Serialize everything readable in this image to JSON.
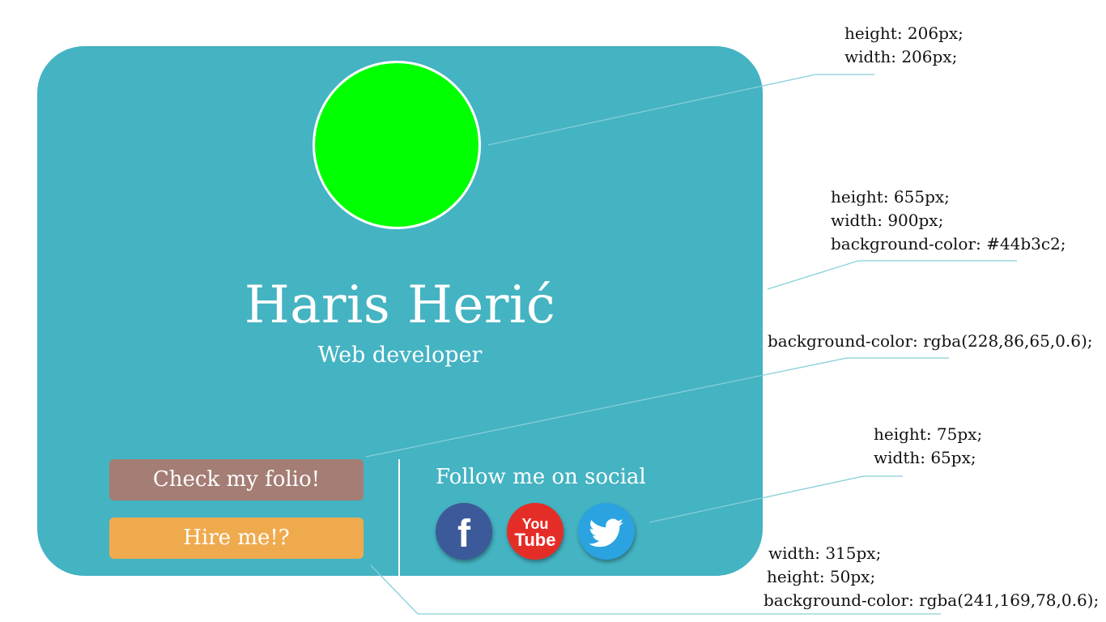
{
  "profile_card": {
    "name": "Haris Herić",
    "role": "Web developer",
    "buttons": {
      "folio": "Check my folio!",
      "hire": "Hire me!?"
    },
    "social_title": "Follow me on social",
    "social_icons": [
      {
        "name": "facebook-icon",
        "glyph": "f"
      },
      {
        "name": "youtube-icon",
        "text_top": "You",
        "text_bottom": "Tube"
      },
      {
        "name": "twitter-icon"
      }
    ]
  },
  "annotations": {
    "avatar_size": [
      "height: 206px;",
      "width: 206px;"
    ],
    "card_size": [
      "height: 655px;",
      "width: 900px;",
      "background-color: #44b3c2;"
    ],
    "folio_button_color": [
      "background-color: rgba(228,86,65,0.6);"
    ],
    "social_icon_size": [
      "height: 75px;",
      "width: 65px;"
    ],
    "hire_button_spec": [
      "width: 315px;",
      " height: 50px;",
      "background-color: rgba(241,169,78,0.6);"
    ]
  },
  "colors": {
    "card_bg": "#44b3c2",
    "avatar_fill": "#00ff00",
    "folio_button": "#a47d74",
    "hire_button": "#f0aa4e",
    "leader_line": "#86cfd8",
    "facebook": "#3c5a99",
    "youtube": "#e52d27",
    "twitter": "#2aa3e0"
  }
}
